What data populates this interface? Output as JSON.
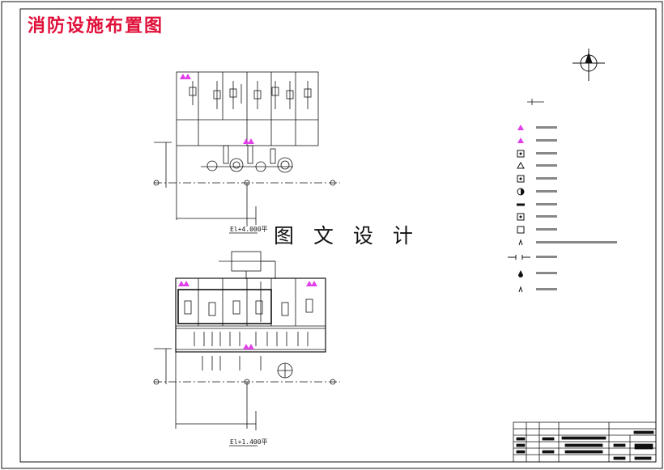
{
  "drawing": {
    "title": "消防设施布置图",
    "watermark": "图 文 设 计",
    "plan_label_upper": "El+4.000平",
    "plan_label_lower": "El+1.400平"
  },
  "legend": {
    "items": [
      {
        "symbol": "triangle-filled"
      },
      {
        "symbol": "triangle-filled"
      },
      {
        "symbol": "square-x"
      },
      {
        "symbol": "triangle-outline"
      },
      {
        "symbol": "square-check"
      },
      {
        "symbol": "half-circle"
      },
      {
        "symbol": "dash"
      },
      {
        "symbol": "square-dot"
      },
      {
        "symbol": "square-empty"
      },
      {
        "symbol": "small-a"
      },
      {
        "symbol": "valve"
      },
      {
        "symbol": "drop"
      },
      {
        "symbol": "small-a"
      }
    ]
  },
  "colors": {
    "line": "#111111",
    "accent": "#e040e8",
    "title": "#e0103a"
  },
  "icons": {
    "north_arrow": "compass-icon"
  }
}
